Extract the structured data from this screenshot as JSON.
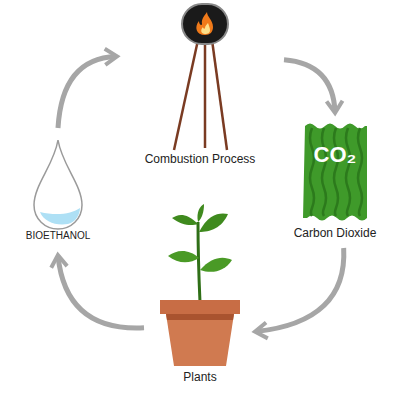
{
  "diagram": {
    "nodes": [
      {
        "text": [
          "Combustion Process"
        ]
      },
      {
        "text": [
          "CO₂",
          "Carbon Dioxide"
        ]
      },
      {
        "text": [
          "Plants"
        ]
      },
      {
        "text": [
          "BIOETHANOL"
        ]
      }
    ],
    "edges": [
      {
        "from": 0,
        "to": 1,
        "arrow": "to"
      },
      {
        "from": 1,
        "to": 2,
        "arrow": "to"
      },
      {
        "from": 2,
        "to": 3,
        "arrow": "to"
      },
      {
        "from": 3,
        "to": 0,
        "arrow": "to"
      }
    ]
  }
}
